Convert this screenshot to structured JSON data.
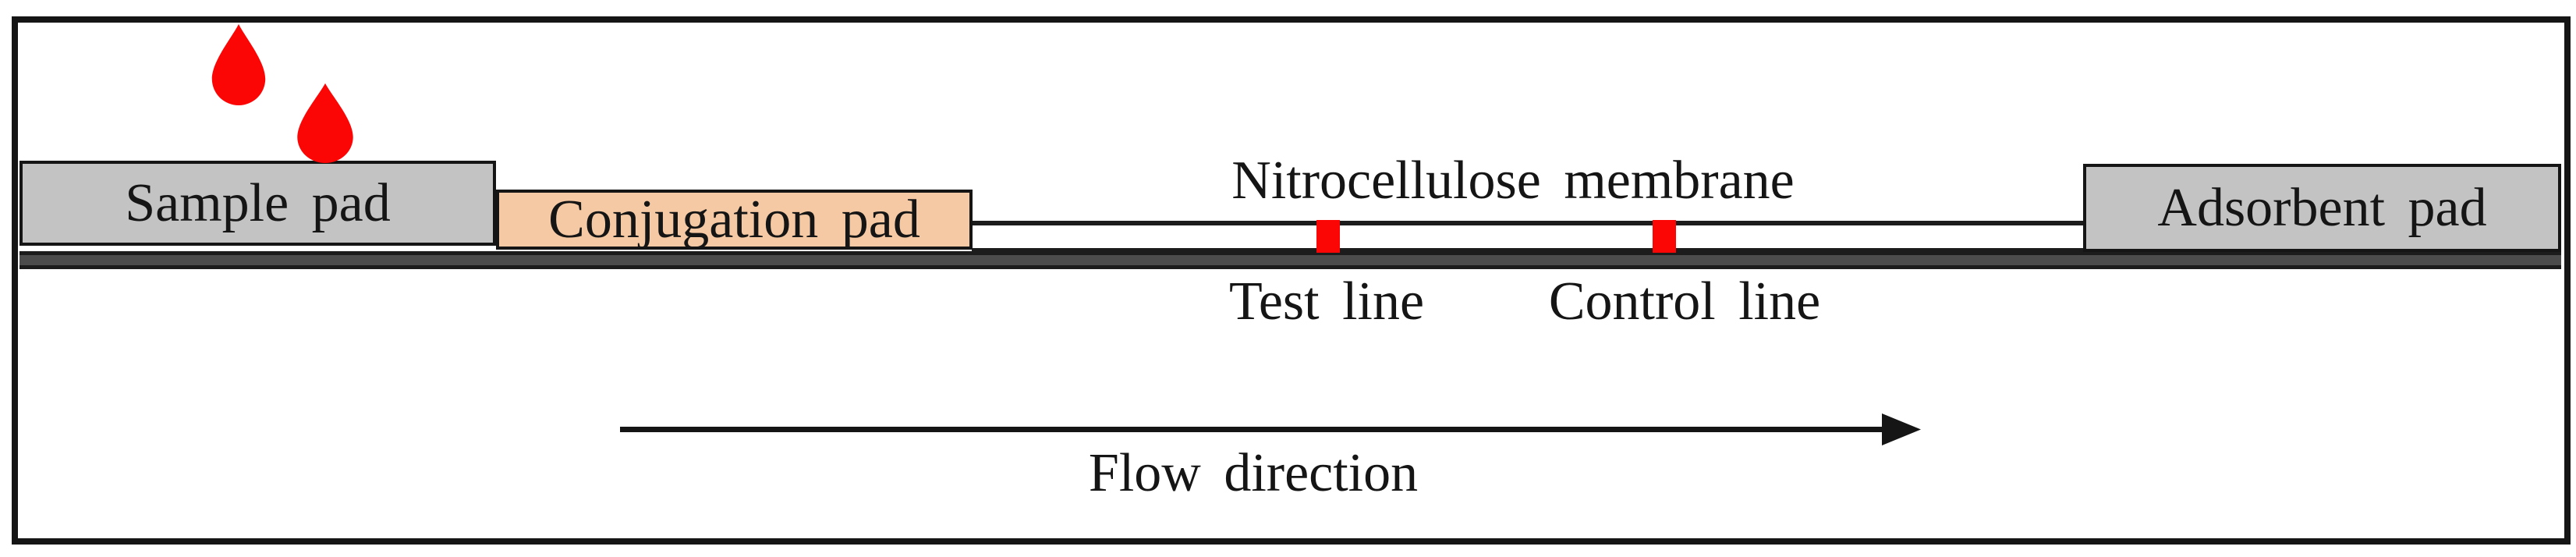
{
  "figure": {
    "type": "lateral-flow-assay-schematic",
    "sample_pad_label": "Sample pad",
    "conjugation_pad_label": "Conjugation pad",
    "membrane_label": "Nitrocellulose membrane",
    "test_line_label": "Test line",
    "control_line_label": "Control line",
    "adsorbent_pad_label": "Adsorbent pad",
    "flow_label": "Flow direction",
    "droplet_count": 2
  },
  "colors": {
    "pad_gray": "#c3c3c3",
    "conjugation_peach": "#f4c9a3",
    "backing_dark": "#4c4c4c",
    "line_red": "#fb0505",
    "ink_black": "#151515"
  }
}
